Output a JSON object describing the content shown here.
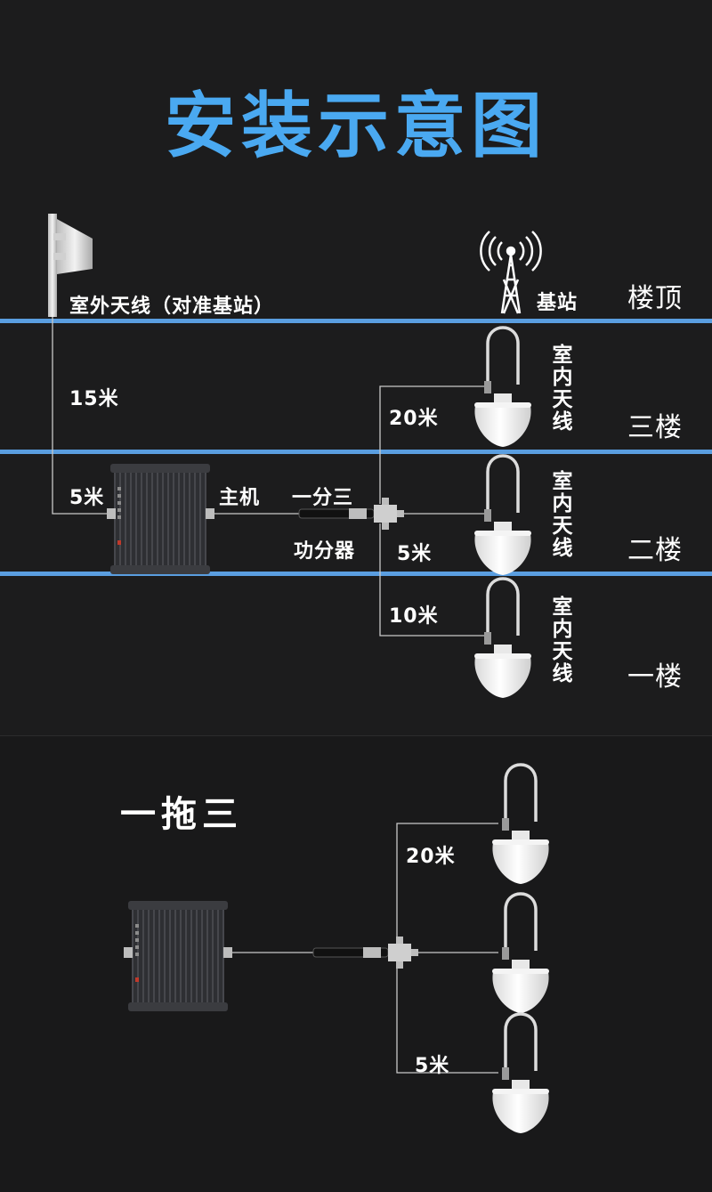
{
  "title": "安装示意图",
  "colors": {
    "title_blue": "#4aa9f1",
    "floor_line": "#5a9ee0",
    "background": "#1c1c1d",
    "cable": "#c9c9c9"
  },
  "upper": {
    "outdoor_antenna": "室外天线（对准基站）",
    "base_station": "基站",
    "floors": {
      "roof": "楼顶",
      "third": "三楼",
      "second": "二楼",
      "first": "一楼"
    },
    "cables": {
      "outdoor_to_floor": "15米",
      "to_host": "5米",
      "to_third": "20米",
      "to_second": "5米",
      "to_first": "10米"
    },
    "host": "主机",
    "splitter_line1": "一分三",
    "splitter_line2": "功分器",
    "indoor_antenna": "室内天线"
  },
  "lower": {
    "heading": "一拖三",
    "cables": {
      "top": "20米",
      "bottom": "5米"
    }
  }
}
